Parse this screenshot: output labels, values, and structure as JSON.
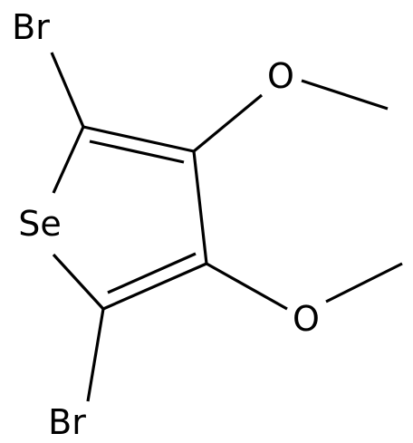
{
  "molecule": {
    "atoms": {
      "se": "Se",
      "br_top": "Br",
      "br_bottom": "Br",
      "o_upper": "O",
      "o_lower": "O"
    },
    "colors": {
      "bond": "#000000",
      "label": "#000000",
      "background": "#ffffff"
    }
  }
}
